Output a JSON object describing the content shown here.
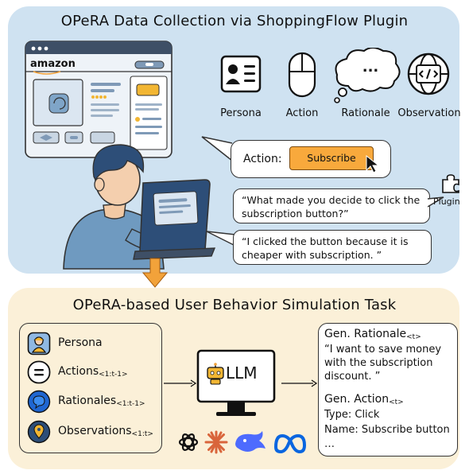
{
  "top_title": "OPeRA Data Collection via ShoppingFlow Plugin",
  "bottom_title": "OPeRA-based User Behavior Simulation Task",
  "browser_logo": "amazon",
  "icons": [
    {
      "label": "Persona",
      "icon": "persona-card-icon"
    },
    {
      "label": "Action",
      "icon": "mouse-icon"
    },
    {
      "label": "Rationale",
      "icon": "thought-bubble-icon"
    },
    {
      "label": "Observation",
      "icon": "globe-code-icon"
    }
  ],
  "thought_dots": "...",
  "action_prefix": "Action:",
  "subscribe_button": "Subscribe",
  "question": "“What made you decide to click the subscription button?”",
  "answer": "“I clicked the button because it is cheaper with subscription. ”",
  "plugin_label": "Plugin",
  "inputs": [
    {
      "label": "Persona",
      "sub": ""
    },
    {
      "label": "Actions",
      "sub": "<1:t-1>"
    },
    {
      "label": "Rationales",
      "sub": "<1:t-1>"
    },
    {
      "label": "Observations",
      "sub": "<1:t>"
    }
  ],
  "llm_label": "LLM",
  "output": {
    "rationale_heading": "Gen. Rationale",
    "rationale_sub": "<t>",
    "rationale_text": "“I want to save money with the subscription discount. ”",
    "action_heading": "Gen. Action",
    "action_sub": "<t>",
    "type_line": "Type: Click",
    "name_line": "Name: Subscribe button",
    "ellipsis": "…"
  },
  "colors": {
    "top_panel": "#cfe2f1",
    "bottom_panel": "#fbf0d8",
    "subscribe": "#f8a93c",
    "down_arrow": "#f2a23a"
  }
}
